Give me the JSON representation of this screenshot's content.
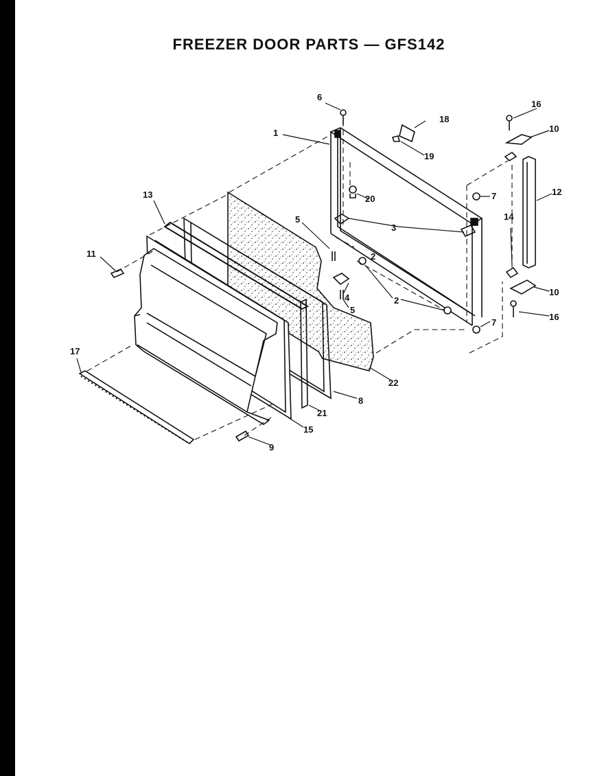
{
  "title": "FREEZER DOOR PARTS — GFS142",
  "callouts": {
    "c1": "1",
    "c2a": "2",
    "c2b": "2",
    "c3": "3",
    "c4": "4",
    "c5a": "5",
    "c5b": "5",
    "c6": "6",
    "c7a": "7",
    "c7b": "7",
    "c8": "8",
    "c9": "9",
    "c10a": "10",
    "c10b": "10",
    "c11": "11",
    "c12": "12",
    "c13": "13",
    "c14": "14",
    "c15": "15",
    "c16a": "16",
    "c16b": "16",
    "c17": "17",
    "c18": "18",
    "c19": "19",
    "c20": "20",
    "c21": "21",
    "c22": "22"
  },
  "colors": {
    "ink": "#111111",
    "paper": "#ffffff",
    "border": "#000000"
  }
}
